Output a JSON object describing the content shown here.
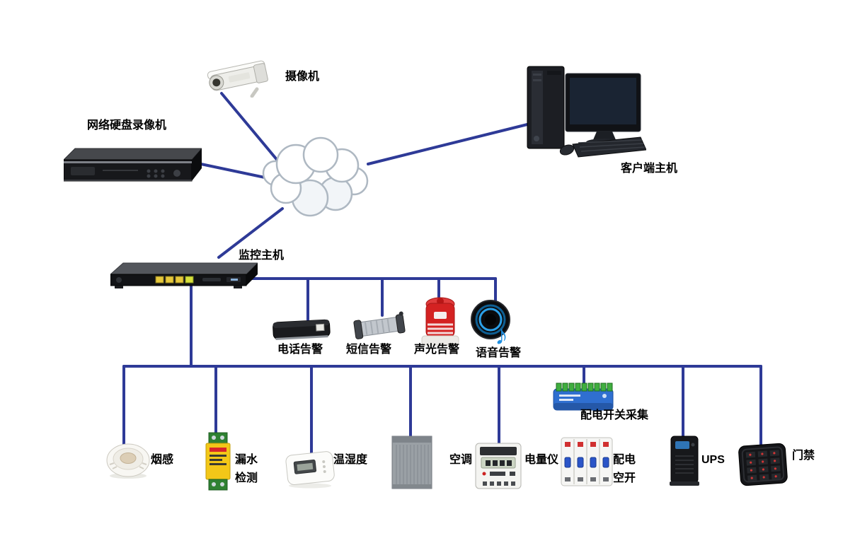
{
  "diagram": {
    "nodes": {
      "camera": {
        "label": "摄像机"
      },
      "nvr": {
        "label": "网络硬盘录像机"
      },
      "client_host": {
        "label": "客户端主机"
      },
      "monitor_host": {
        "label": "监控主机"
      },
      "phone_alarm": {
        "label": "电话告警"
      },
      "sms_alarm": {
        "label": "短信告警"
      },
      "sound_light_alarm": {
        "label": "声光告警"
      },
      "voice_alarm": {
        "label": "语音告警"
      },
      "smoke_sensor": {
        "label": "烟感"
      },
      "water_leak": {
        "label_line1": "漏水",
        "label_line2": "检测"
      },
      "temp_humidity": {
        "label": "温湿度"
      },
      "air_conditioner": {
        "label": "空调"
      },
      "power_meter": {
        "label": "电量仪"
      },
      "dist_switch_collector": {
        "label": "配电开关采集"
      },
      "dist_breaker": {
        "label_line1": "配电",
        "label_line2": "空开"
      },
      "ups": {
        "label": "UPS"
      },
      "access_control": {
        "label": "门禁"
      }
    },
    "colors": {
      "connector": "#2e3a97",
      "background": "#ffffff"
    }
  }
}
